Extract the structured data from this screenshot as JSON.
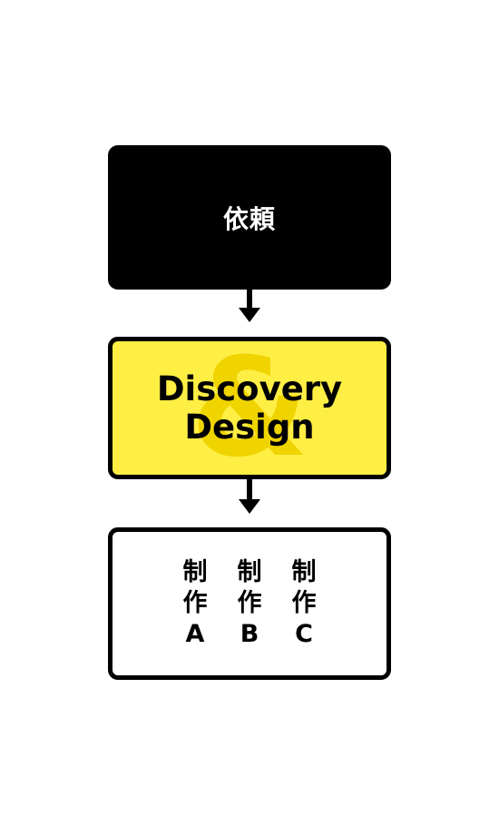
{
  "request": {
    "label": "依頼",
    "bg_color": "#000000"
  },
  "discovery": {
    "line1": "Discovery",
    "line2": "Design",
    "ampersand": "&",
    "bg_color": "#ffee44"
  },
  "production": {
    "items": [
      {
        "line1": "制",
        "line2": "作",
        "line3": "A"
      },
      {
        "line1": "制",
        "line2": "作",
        "line3": "B"
      },
      {
        "line1": "制",
        "line2": "作",
        "line3": "C"
      }
    ]
  },
  "arrows": [
    {
      "from": "依頼",
      "to": "Discovery Design"
    },
    {
      "from": "Discovery Design",
      "to": "制作"
    }
  ]
}
